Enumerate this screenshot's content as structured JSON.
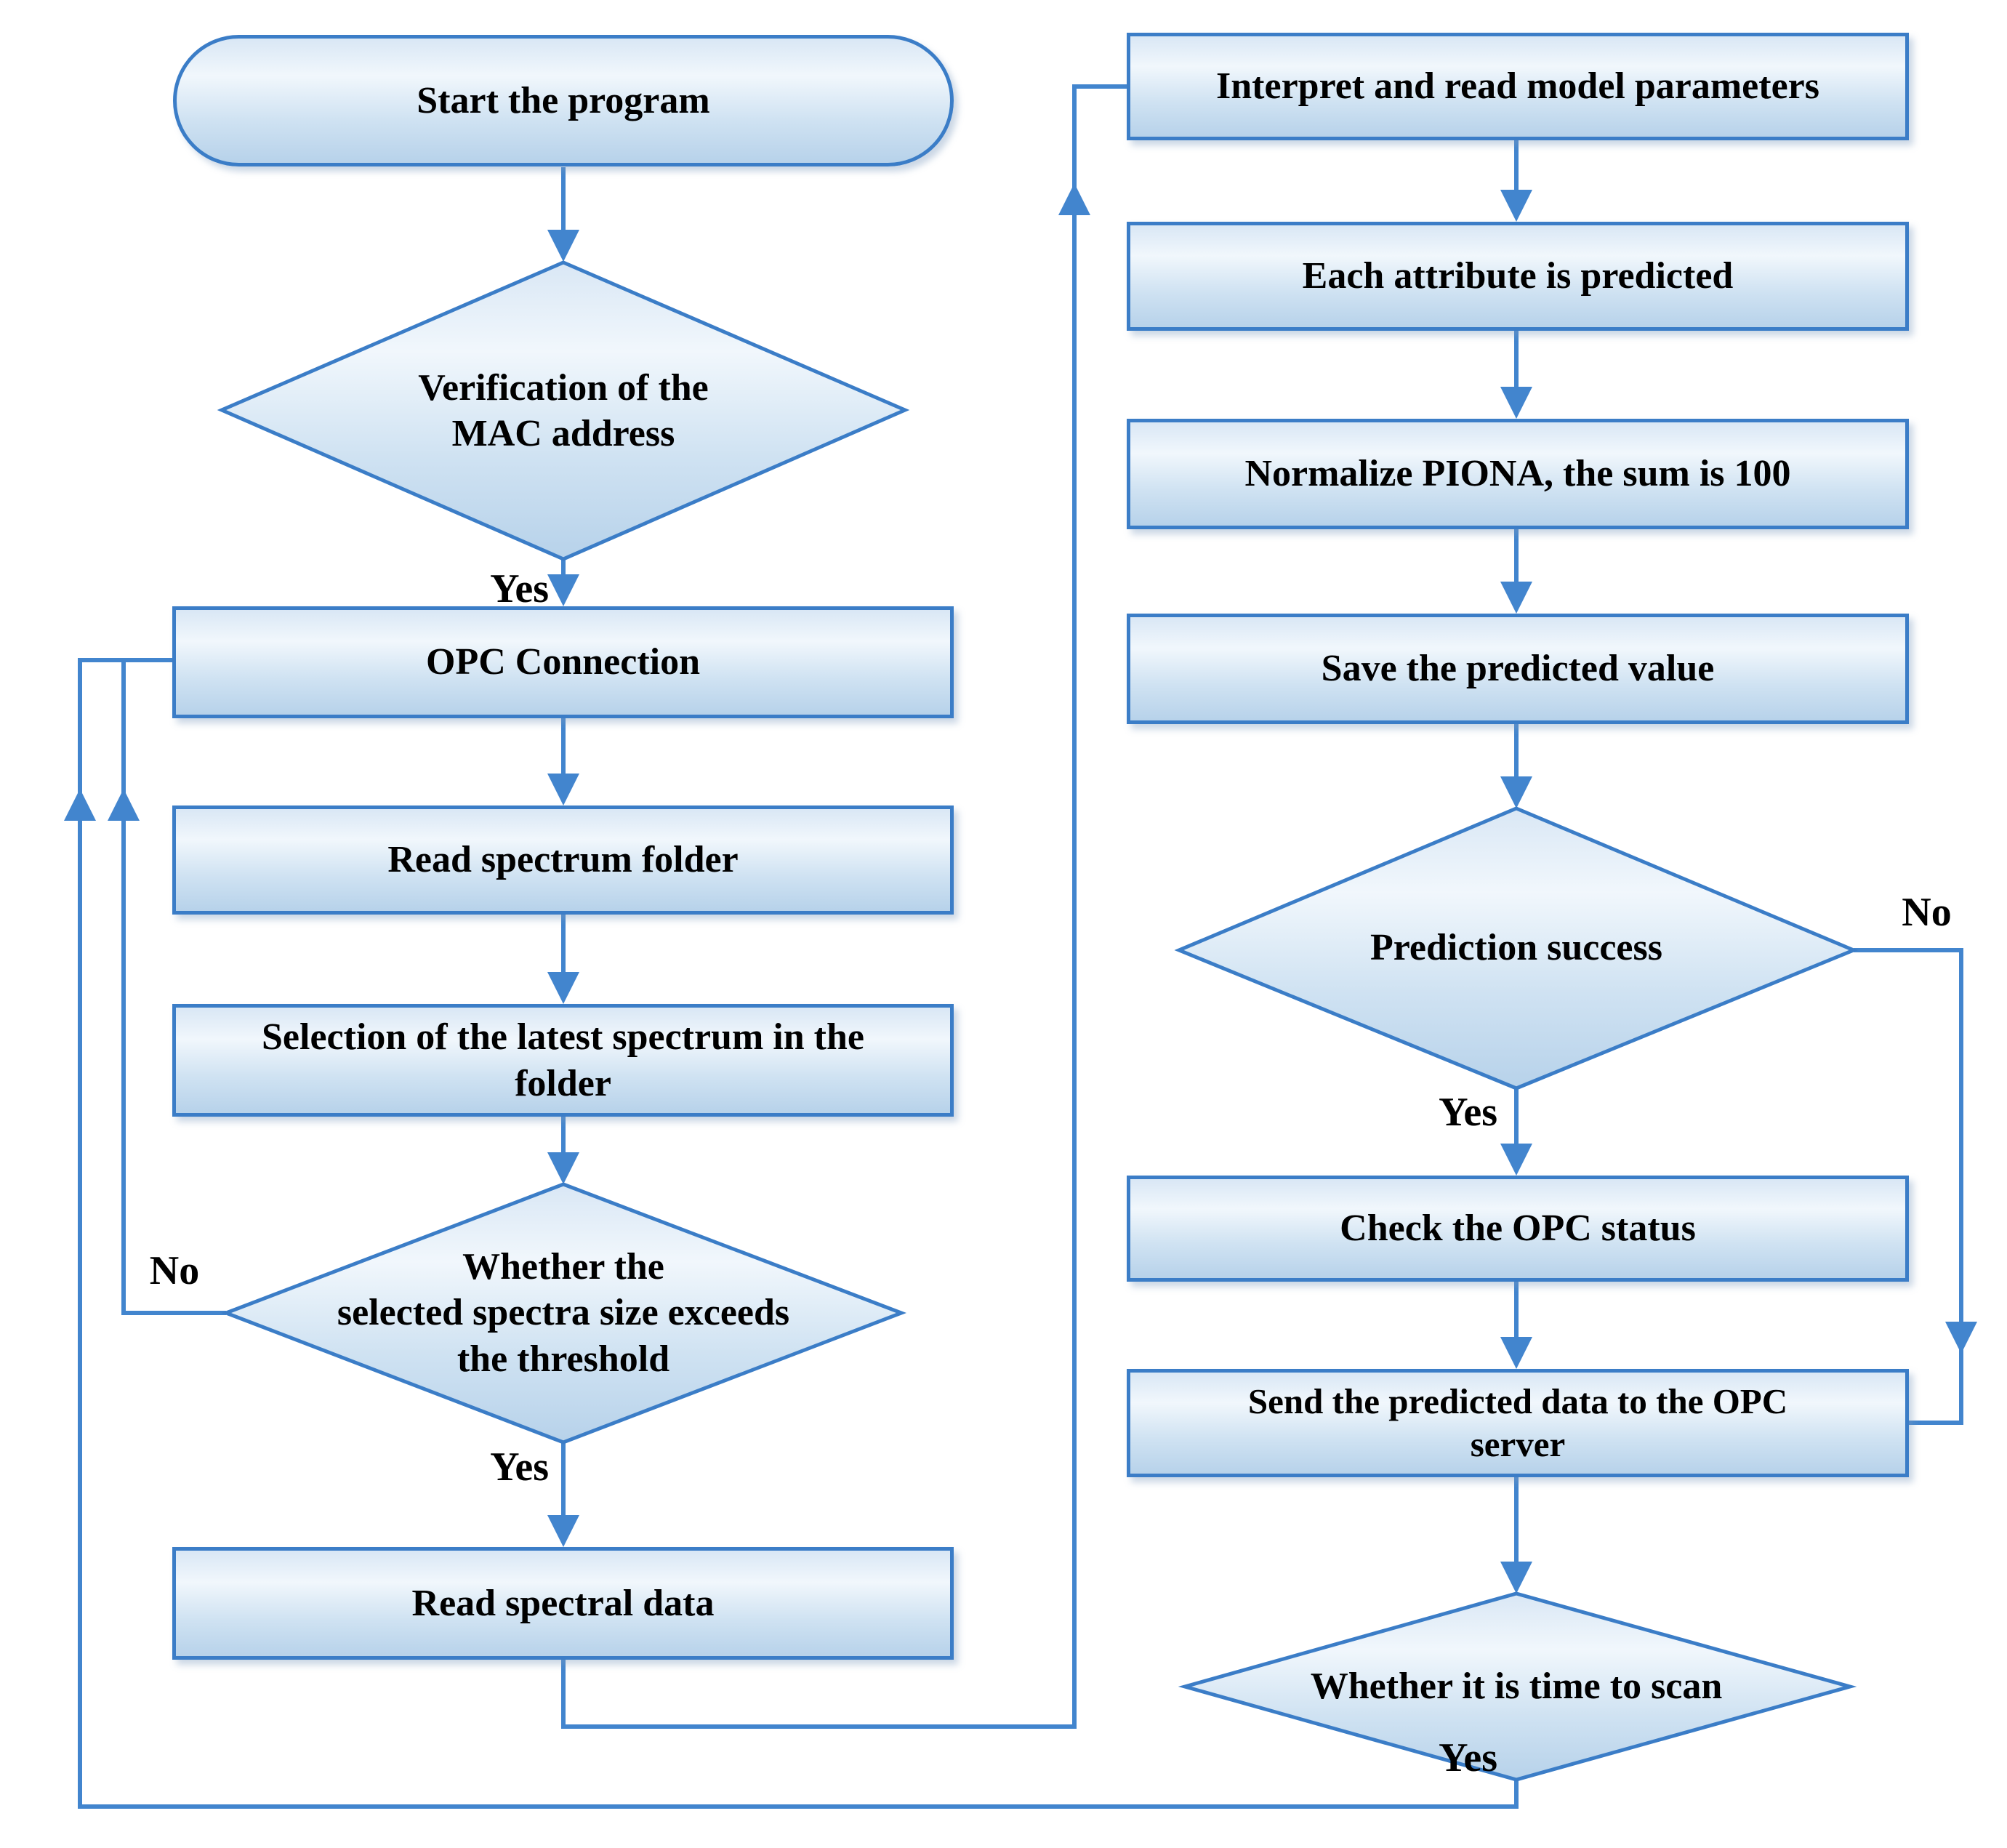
{
  "style": {
    "border_color": "#3b7dc7",
    "line_color": "#4285ce",
    "fill_top": "#d9e7f5",
    "fill_bottom": "#b7d2ea",
    "text_color": "#000000",
    "background": "#ffffff"
  },
  "nodes": {
    "start": {
      "label": "Start the program",
      "type": "terminator"
    },
    "verify_mac": {
      "label": "Verification of the\nMAC address",
      "type": "decision"
    },
    "opc_connection": {
      "label": "OPC Connection",
      "type": "process"
    },
    "read_folder": {
      "label": "Read spectrum folder",
      "type": "process"
    },
    "select_latest": {
      "label": "Selection of the latest spectrum in the\nfolder",
      "type": "process"
    },
    "size_threshold": {
      "label": "Whether the\nselected spectra size exceeds\nthe threshold",
      "type": "decision"
    },
    "read_spectral": {
      "label": "Read spectral data",
      "type": "process"
    },
    "interpret": {
      "label": "Interpret and read model parameters",
      "type": "process"
    },
    "attribute_predicted": {
      "label": "Each attribute is predicted",
      "type": "process"
    },
    "normalize": {
      "label": "Normalize PIONA, the sum is 100",
      "type": "process"
    },
    "save_value": {
      "label": "Save the predicted value",
      "type": "process"
    },
    "prediction_success": {
      "label": "Prediction success",
      "type": "decision"
    },
    "check_opc": {
      "label": "Check the OPC status",
      "type": "process"
    },
    "send_data": {
      "label": "Send the predicted data to the OPC\nserver",
      "type": "process"
    },
    "time_scan": {
      "label": "Whether it is time to scan",
      "type": "decision"
    }
  },
  "edge_labels": {
    "mac_yes": "Yes",
    "size_no": "No",
    "size_yes": "Yes",
    "prediction_yes": "Yes",
    "prediction_no": "No",
    "scan_yes": "Yes"
  }
}
